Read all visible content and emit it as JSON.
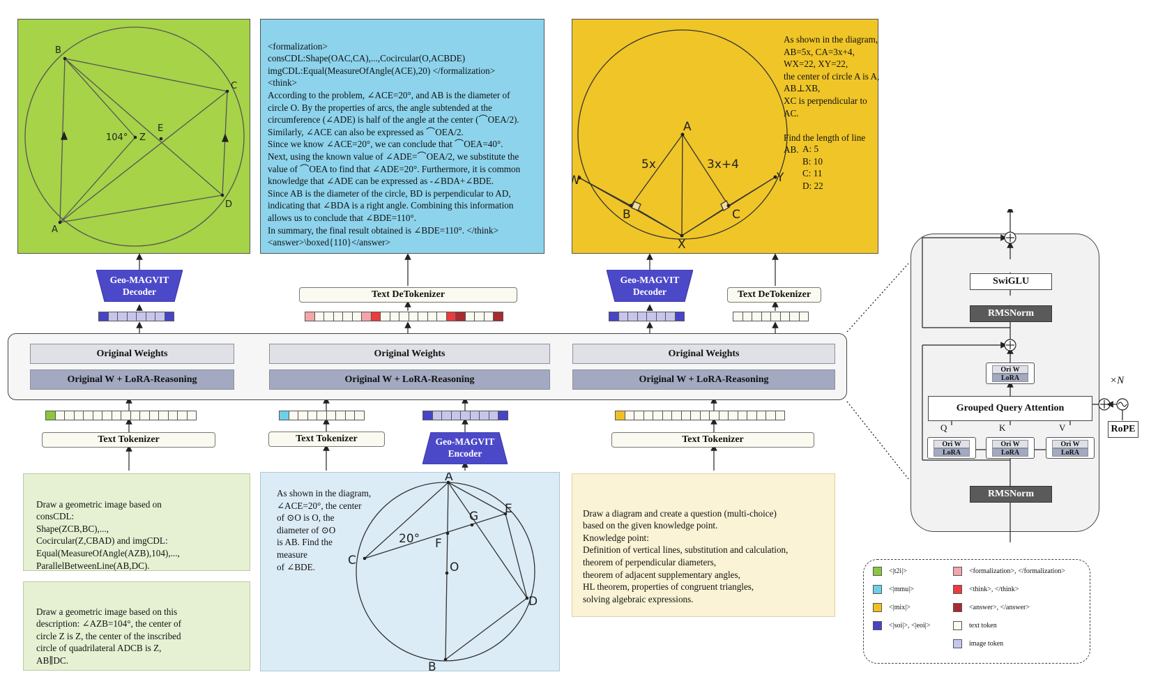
{
  "colors": {
    "green_panel": "#a6d348",
    "blue_panel": "#8dd3ec",
    "yellow_panel": "#f0c527",
    "light_green": "#e6f1d3",
    "light_blue": "#dcecf6",
    "light_yellow": "#faf3d5",
    "soi": "#4745c6",
    "image_token": "#c6c6ec",
    "formalization": "#f3a5a8",
    "think": "#ea3b3f",
    "answer": "#a72c30",
    "t2i": "#8cc63f",
    "mmu": "#6dd0e8",
    "mix": "#f0c023"
  },
  "top_panels": {
    "left_diagram": {
      "labels": {
        "B": "B",
        "C": "C",
        "E": "E",
        "Z": "Z",
        "D": "D",
        "A": "A",
        "angle": "104°"
      }
    },
    "middle_text": "<formalization>\nconsCDL:Shape(OAC,CA),...,Cocircular(O,ACBDE)\nimgCDL:Equal(MeasureOfAngle(ACE),20) </formalization>\n<think>\nAccording to the problem, ∠ACE=20°, and AB is the diameter of\ncircle O. By the properties of arcs, the angle subtended at the\ncircumference (∠ADE) is half of the angle at the center (⌒OEA/2).\nSimilarly, ∠ACE can also be expressed as ⌒OEA/2.\nSince we know ∠ACE=20°, we can conclude that ⌒OEA=40°.\nNext, using the known value of ∠ADE=⌒OEA/2, we substitute the\nvalue of ⌒OEA to find that ∠ADE=20°. Furthermore, it is common\nknowledge that ∠ADE can be expressed as -∠BDA+∠BDE.\nSince AB is the diameter of the circle, BD is perpendicular to AD,\nindicating that ∠BDA is a right angle. Combining this information\nallows us to conclude that ∠BDE=110°.\nIn summary, the final result obtained is ∠BDE=110°. </think>\n<answer>\\boxed{110}</answer>",
    "right_diagram": {
      "labels": {
        "A": "A",
        "W": "W",
        "Y": "Y",
        "B": "B",
        "C": "C",
        "X": "X",
        "ab": "5x",
        "ac": "3x+4"
      },
      "question": "As shown in the diagram,\nAB=5x, CA=3x+4,\nWX=22, XY=22,\n the center of circle A is A,\nAB⊥XB,\nXC is perpendicular to AC.\n\nFind the length of line AB.",
      "options": "A: 5\nB: 10\nC: 11\nD: 22"
    }
  },
  "modules": {
    "decoder": "Geo-MAGVIT\nDecoder",
    "encoder": "Geo-MAGVIT\nEncoder",
    "text_detokenizer": "Text DeTokenizer",
    "text_tokenizer": "Text Tokenizer",
    "original_weights": "Original Weights",
    "lora_reasoning": "Original W + LoRA-Reasoning"
  },
  "bottom_panels": {
    "t2i_1": "Draw a geometric image based on\nconsCDL:\nShape(ZCB,BC),...,\nCocircular(Z,CBAD) and imgCDL:\nEqual(MeasureOfAngle(AZB),104),...,\nParallelBetweenLine(AB,DC).",
    "t2i_2": "Draw a geometric image based on this\ndescription: ∠AZB=104°, the center of\ncircle Z is Z, the center of the inscribed\ncircle of quadrilateral ADCB is Z,\nAB∥DC.",
    "mmu_text": "As shown in the diagram,\n∠ACE=20°, the center\nof ⊙O is O, the\ndiameter of ⊙O\nis AB. Find the\nmeasure\n of ∠BDE.",
    "mmu_diagram": {
      "A": "A",
      "E": "E",
      "G": "G",
      "C": "C",
      "F": "F",
      "O": "O",
      "D": "D",
      "B": "B",
      "angle": "20°"
    },
    "mix_text": "Draw a diagram and create a question (multi-choice)\nbased on the given knowledge point.\nKnowledge point:\nDefinition of vertical lines, substitution and calculation,\ntheorem of perpendicular diameters,\ntheorem of adjacent supplementary angles,\nHL theorem, properties of congruent triangles,\nsolving algebraic expressions."
  },
  "block": {
    "swiglu": "SwiGLU",
    "rmsnorm": "RMSNorm",
    "gqa": "Grouped Query Attention",
    "ori_w": "Ori W",
    "lora": "LoRA",
    "q": "Q",
    "k": "K",
    "v": "V",
    "times_n": "×N",
    "rope": "RoPE"
  },
  "legend": [
    {
      "label": "<|t2i|>",
      "color": "#8cc63f"
    },
    {
      "label": "<formalization>, </formalization>",
      "color": "#f3a5a8"
    },
    {
      "label": "<|mmu|>",
      "color": "#6dd0e8"
    },
    {
      "label": "<think>, </think>",
      "color": "#ea3b3f"
    },
    {
      "label": "<|mix|>",
      "color": "#f0c023"
    },
    {
      "label": "<answer>, </answer>",
      "color": "#a72c30"
    },
    {
      "label": "<|soi|>, <|eoi|>",
      "color": "#4745c6"
    },
    {
      "label": "text token",
      "color": "#fbfaf0"
    },
    {
      "label": "image token",
      "color": "#c6c6ec"
    }
  ],
  "token_rows": {
    "dec1": [
      "soi",
      "img",
      "img",
      "img",
      "img",
      "img",
      "img",
      "soi"
    ],
    "detok1": [
      "form",
      "txt",
      "txt",
      "txt",
      "txt",
      "txt",
      "form",
      "think",
      "txt",
      "txt",
      "txt",
      "txt",
      "txt",
      "txt",
      "txt",
      "think",
      "ans",
      "txt",
      "txt",
      "txt",
      "ans"
    ],
    "dec2": [
      "soi",
      "img",
      "img",
      "img",
      "img",
      "img",
      "img",
      "soi"
    ],
    "detok2": [
      "txt",
      "txt",
      "txt",
      "txt",
      "txt",
      "txt",
      "txt",
      "txt"
    ],
    "tok1": [
      "t2i",
      "txt",
      "txt",
      "txt",
      "txt",
      "txt",
      "txt",
      "txt",
      "txt",
      "txt",
      "txt",
      "txt",
      "txt",
      "txt",
      "txt",
      "txt"
    ],
    "tok2": [
      "mmu",
      "txt",
      "txt",
      "txt",
      "txt",
      "txt",
      "txt",
      "txt",
      "txt"
    ],
    "enc": [
      "soi",
      "img",
      "img",
      "img",
      "img",
      "img",
      "img",
      "img",
      "soi"
    ],
    "tok3": [
      "mix",
      "txt",
      "txt",
      "txt",
      "txt",
      "txt",
      "txt",
      "txt",
      "txt",
      "txt",
      "txt",
      "txt",
      "txt",
      "txt",
      "txt",
      "txt",
      "txt",
      "txt"
    ]
  }
}
